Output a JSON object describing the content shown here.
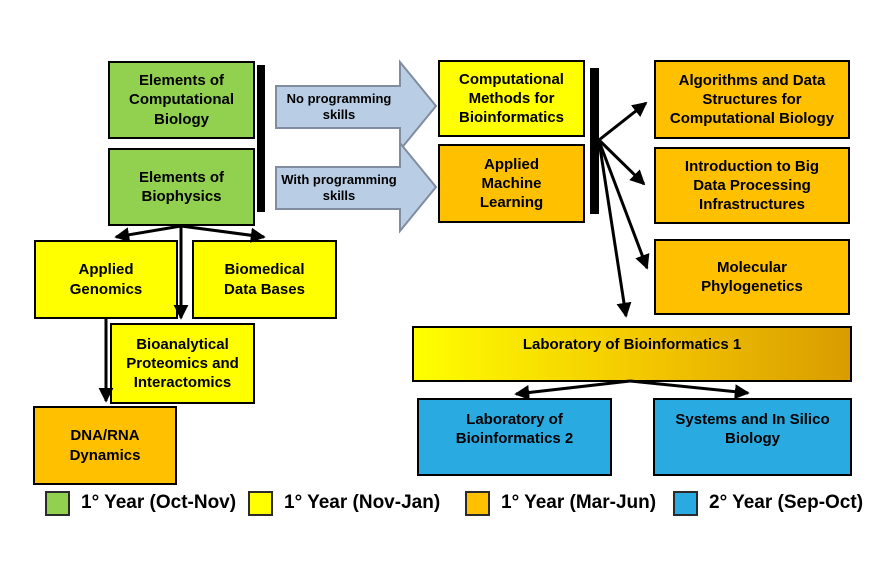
{
  "palette": {
    "green": "#92D050",
    "yellow": "#FFFF00",
    "orange": "#FFC000",
    "blue": "#29ABE2",
    "connector_arrow_fill": "#B9CDE5",
    "connector_arrow_border": "#808CA0",
    "lab1_gradient": [
      "#FFFF00",
      "#D99C00"
    ],
    "line_color": "#000000"
  },
  "nodes": {
    "elements_comp_bio": "Elements of\nComputational\nBiology",
    "elements_biophysics": "Elements of\nBiophysics",
    "comp_methods": "Computational\nMethods for\nBioinformatics",
    "applied_ml": "Applied\nMachine\nLearning",
    "algorithms": "Algorithms and Data\nStructures for\nComputational Biology",
    "big_data": "Introduction to Big\nData Processing\nInfrastructures",
    "molecular_phylo": "Molecular\nPhylogenetics",
    "applied_genomics": "Applied\nGenomics",
    "biomedical_db": "Biomedical\nData Bases",
    "bioanalytical": "Bioanalytical\nProteomics and\nInteractomics",
    "dna_rna": "DNA/RNA\nDynamics",
    "lab1": "Laboratory of Bioinformatics 1",
    "lab2": "Laboratory of\nBioinformatics 2",
    "systems_silico": "Systems and In Silico\nBiology"
  },
  "connector_labels": {
    "no_programming": "No programming\nskills",
    "with_programming": "With programming\nskills"
  },
  "legend": {
    "items": [
      {
        "color": "#92D050",
        "label": "1° Year (Oct-Nov)"
      },
      {
        "color": "#FFFF00",
        "label": "1° Year (Nov-Jan)"
      },
      {
        "color": "#FFC000",
        "label": "1° Year (Mar-Jun)"
      },
      {
        "color": "#29ABE2",
        "label": "2° Year (Sep-Oct)"
      }
    ]
  }
}
